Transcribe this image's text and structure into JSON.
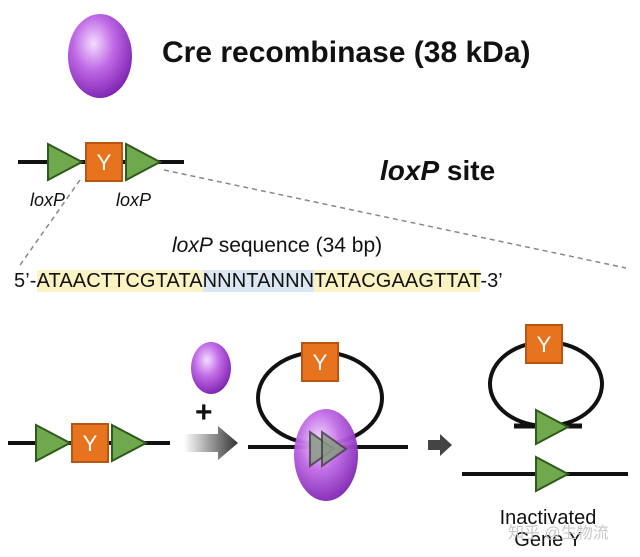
{
  "cre": {
    "title": "Cre recombinase (38 kDa)"
  },
  "loxp_site": {
    "name": "loxP",
    "suffix": " site"
  },
  "gene_label": "Y",
  "loxp_labels": [
    "loxP",
    "loxP"
  ],
  "sequence": {
    "title_italic": "loxP",
    "title_rest": " sequence (34 bp)",
    "prefix": "5’-",
    "left_repeat": "ATAACTTCGTATA",
    "spacer": "NNNTANNN",
    "right_repeat": "TATACGAAGTTAT",
    "suffix": "-3’"
  },
  "process": {
    "plus": "+"
  },
  "result": {
    "line1": "Inactivated",
    "line2": "Gene Y"
  },
  "watermark": "知乎 @生物流",
  "colors": {
    "triangle": "#6fa84d",
    "gene_box": "#e8731f",
    "cre_purple": "#b048d8",
    "seq_yellow": "#fbf3c2",
    "seq_blue": "#dbe8f3"
  }
}
